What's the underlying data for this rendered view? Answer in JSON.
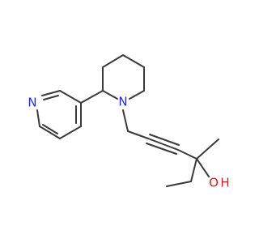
{
  "molecule": {
    "atoms": {
      "pyridine_n": "N",
      "piperidine_n": "N",
      "hydroxyl_o": "O",
      "hydroxyl_h": "H"
    },
    "colors": {
      "bond": "#3a3a3a",
      "nitrogen": "#1f2bd6",
      "oxygen": "#d21f1f"
    }
  }
}
